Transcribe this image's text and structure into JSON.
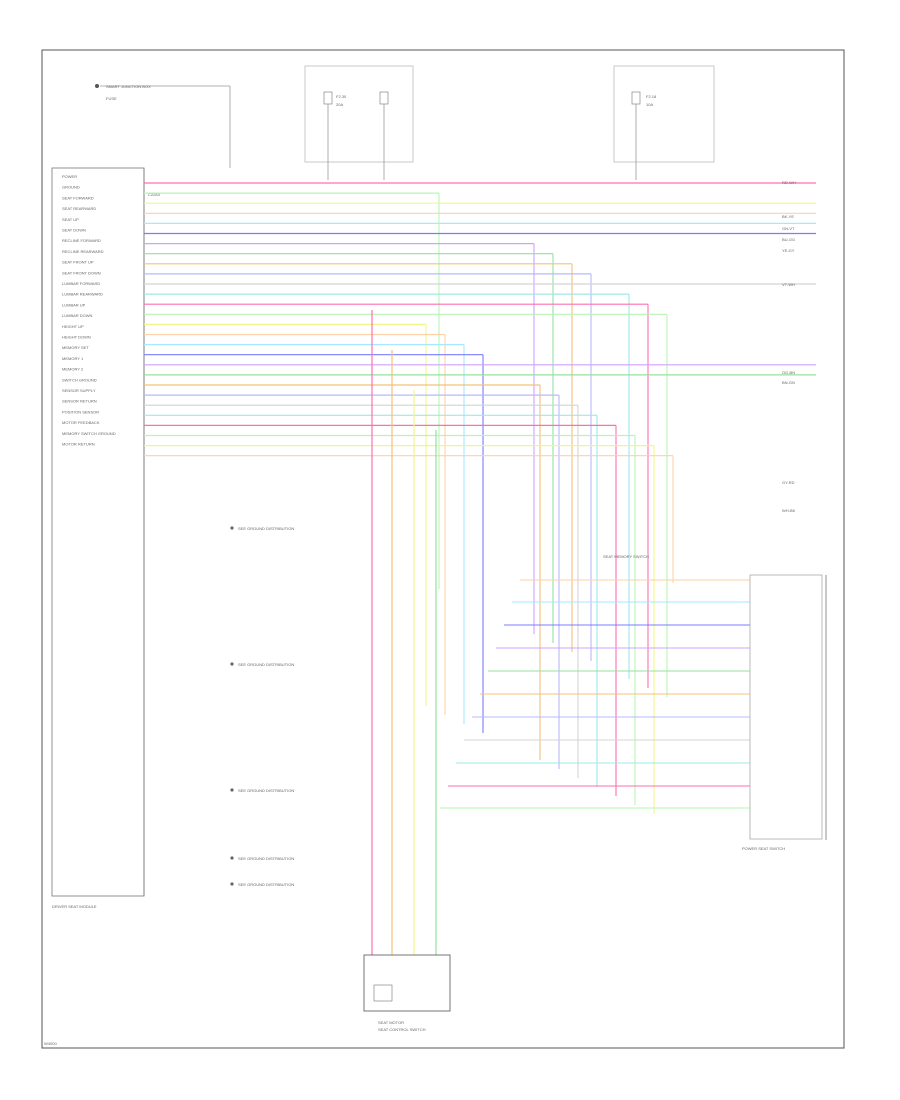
{
  "diagram": {
    "connector_left": "C2283",
    "module_label": "DRIVER SEAT MODULE",
    "switch_label": "POWER SEAT SWITCH",
    "footer_code": "W4000",
    "top_fuses": [
      {
        "name": "F2.30",
        "amps": "20A"
      },
      {
        "name": "F2.18",
        "amps": "10A"
      }
    ],
    "left_pin_labels": [
      "POWER",
      "GROUND",
      "SEAT FORWARD",
      "SEAT REARWARD",
      "SEAT UP",
      "SEAT DOWN",
      "RECLINE FORWARD",
      "RECLINE REARWARD",
      "SEAT FRONT UP",
      "SEAT FRONT DOWN",
      "LUMBAR FORWARD",
      "LUMBAR REARWARD",
      "LUMBAR UP",
      "LUMBAR DOWN",
      "HEIGHT UP",
      "HEIGHT DOWN",
      "MEMORY SET",
      "MEMORY 1",
      "MEMORY 2",
      "SWITCH GROUND",
      "SENSOR SUPPLY",
      "SENSOR RETURN",
      "POSITION SENSOR",
      "MOTOR FEEDBACK",
      "MEMORY SWITCH GROUND",
      "MOTOR RETURN"
    ],
    "right_wire_labels": [
      "RD-WH",
      "BK-YE",
      "GN-VT",
      "BU-OG",
      "YE-GY",
      "VT-WH",
      "OG-BN",
      "BN-GN",
      "GY-RD",
      "WH-BK"
    ],
    "notes": [
      "SMART JUNCTION BOX",
      "FUSE",
      "SEAT MODULE",
      "SEE GROUND DISTRIBUTION",
      "SEAT MEMORY SWITCH",
      "SEAT MOTOR",
      "SEAT CONTROL SWITCH"
    ]
  }
}
